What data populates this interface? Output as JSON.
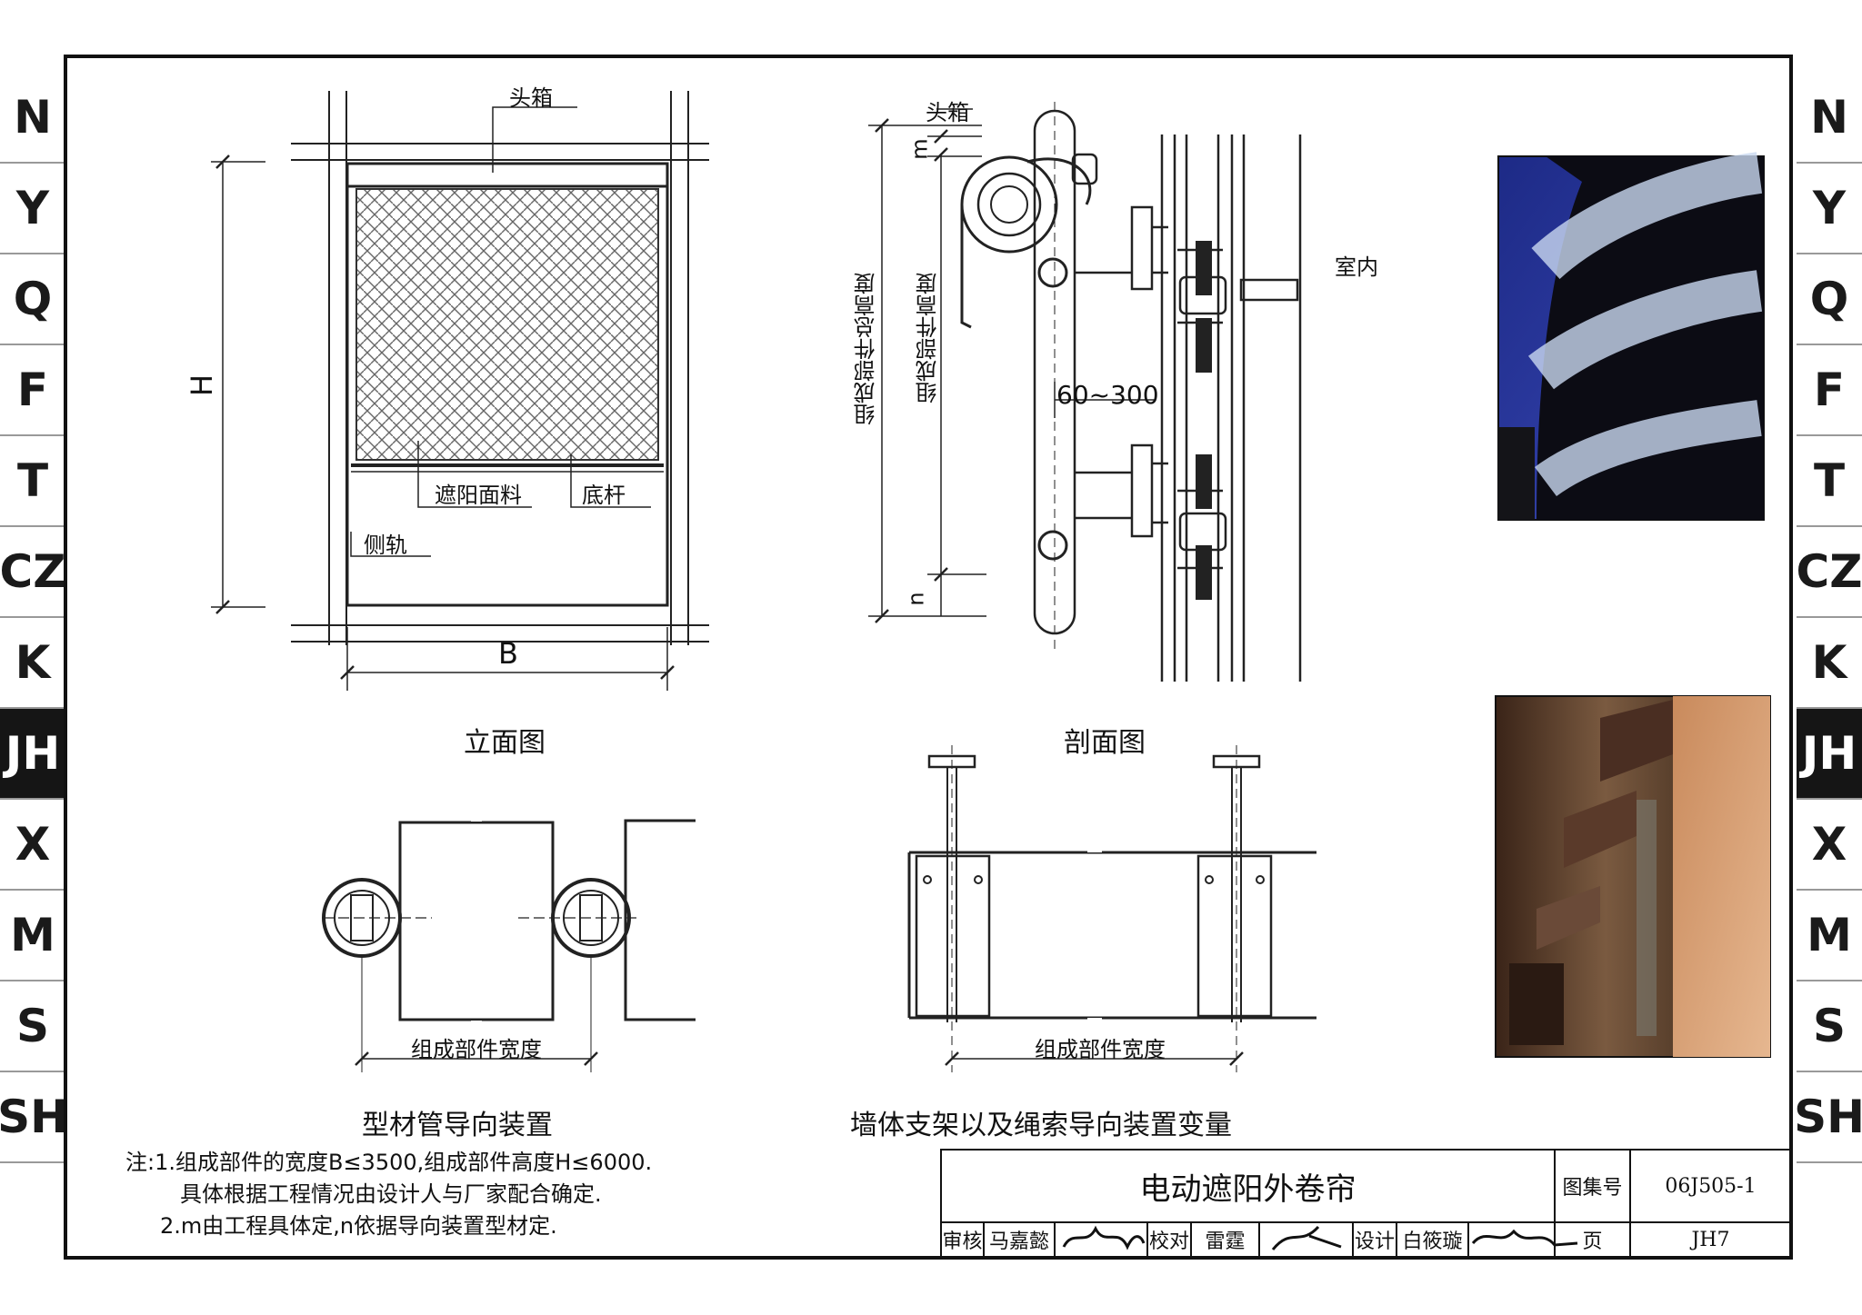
{
  "side_tabs": {
    "items": [
      "N",
      "Y",
      "Q",
      "F",
      "T",
      "CZ",
      "K",
      "JH",
      "X",
      "M",
      "S",
      "SH"
    ],
    "active": "JH"
  },
  "elevation": {
    "head_box": "头箱",
    "height_dim": "H",
    "width_dim": "B",
    "fabric": "遮阳面料",
    "bottom_bar": "底杆",
    "side_rail": "侧轨",
    "caption": "立面图"
  },
  "section": {
    "head_box": "头箱",
    "m_dim": "m",
    "n_dim": "n",
    "total_height": "组成部件总高度",
    "height": "组成部件高度",
    "spacing": "60~300",
    "indoor": "室内",
    "caption": "剖面图"
  },
  "profile_guide": {
    "width_label": "组成部件宽度",
    "caption": "型材管导向装置"
  },
  "wall_bracket": {
    "width_label": "组成部件宽度",
    "caption": "墙体支架以及绳索导向装置变量"
  },
  "notes": {
    "line1": "注:1.组成部件的宽度B≤3500,组成部件高度H≤6000.",
    "line2": "具体根据工程情况由设计人与厂家配合确定.",
    "line3": "2.m由工程具体定,n依据导向装置型材定."
  },
  "title_block": {
    "title": "电动遮阳外卷帘",
    "atlas_label": "图集号",
    "atlas_no": "06J505-1",
    "review_label": "审核",
    "reviewer": "马嘉懿",
    "check_label": "校对",
    "checker": "雷霆",
    "design_label": "设计",
    "designer": "白筱璇",
    "page_label": "页",
    "page_no": "JH7"
  }
}
